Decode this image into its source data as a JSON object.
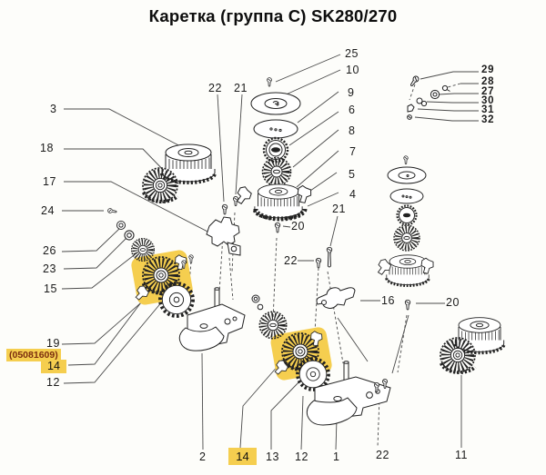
{
  "title": "Каретка (группа C) SK280/270",
  "highlight": {
    "part_code": "(05081609)",
    "color": "#F5CE4F",
    "code_text_color": "#7B2D0E"
  },
  "colors": {
    "line": "#222222",
    "leader": "#4a4a4a",
    "background": "#FDFDFA"
  },
  "callouts": {
    "left": {
      "n3": "3",
      "n18": "18",
      "n17": "17",
      "n24": "24",
      "n26": "26",
      "n23": "23",
      "n15": "15",
      "n19": "19",
      "n14": "14",
      "n12": "12"
    },
    "top": {
      "n22": "22",
      "n21": "21"
    },
    "stack": {
      "n25": "25",
      "n10": "10",
      "n9": "9",
      "n6": "6",
      "n8": "8",
      "n7": "7",
      "n5": "5",
      "n4": "4"
    },
    "middle": {
      "n20": "20",
      "n21": "21",
      "n22": "22",
      "n16": "16",
      "n20b": "20"
    },
    "right_cluster": {
      "n29": "29",
      "n28": "28",
      "n27": "27",
      "n30": "30",
      "n31": "31",
      "n32": "32"
    },
    "bottom": {
      "n2": "2",
      "n14": "14",
      "n13": "13",
      "n12": "12",
      "n1": "1",
      "n22": "22",
      "n11": "11"
    }
  }
}
